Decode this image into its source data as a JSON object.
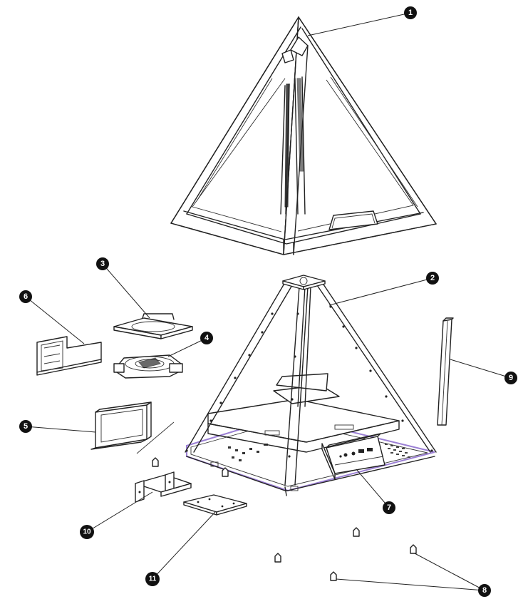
{
  "colors": {
    "line": "#222222",
    "callout_fill": "#111111",
    "callout_text": "#ffffff",
    "highlight": "#9b7fd4"
  },
  "callouts": [
    {
      "id": "1",
      "label": "1",
      "part": "pyramid-glass-shell"
    },
    {
      "id": "2",
      "label": "2",
      "part": "pyramid-frame"
    },
    {
      "id": "3",
      "label": "3",
      "part": "fan-bracket"
    },
    {
      "id": "4",
      "label": "4",
      "part": "fan"
    },
    {
      "id": "5",
      "label": "5",
      "part": "mounting-bracket"
    },
    {
      "id": "6",
      "label": "6",
      "part": "cover-panel"
    },
    {
      "id": "7",
      "label": "7",
      "part": "io-panel"
    },
    {
      "id": "8",
      "label": "8",
      "part": "feet"
    },
    {
      "id": "9",
      "label": "9",
      "part": "rail"
    },
    {
      "id": "10",
      "label": "10",
      "part": "drive-cage"
    },
    {
      "id": "11",
      "label": "11",
      "part": "drive-tray"
    }
  ]
}
